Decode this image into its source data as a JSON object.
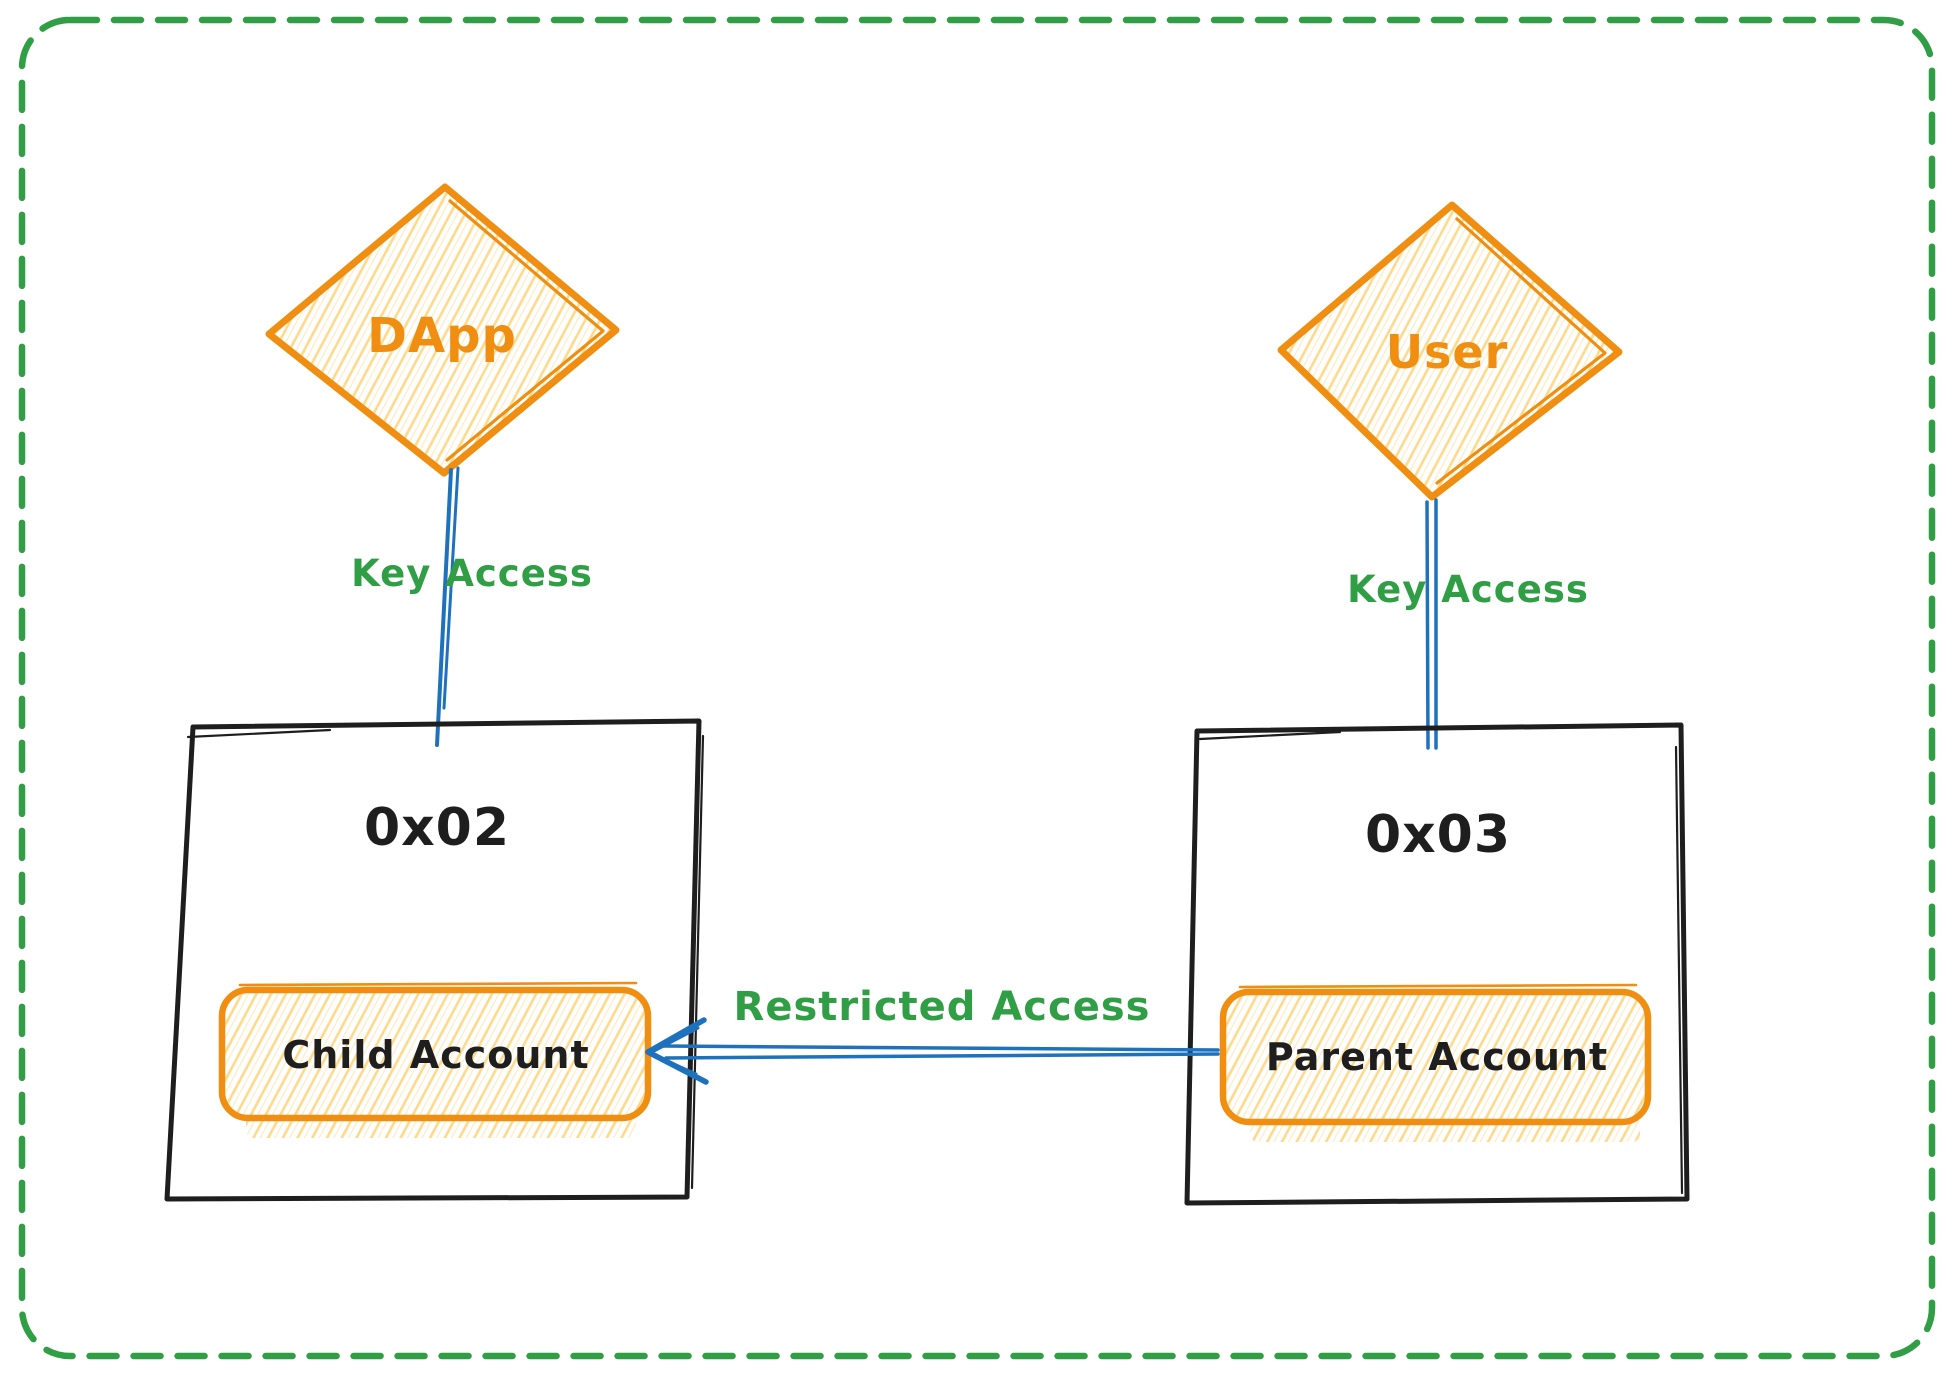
{
  "colors": {
    "green": "#2f9e44",
    "orange": "#ef8e10",
    "orange_light": "#ffd98a",
    "orange_lighter": "#ffeac2",
    "blue": "#1e72bd",
    "ink": "#1e1e1e"
  },
  "diagram": {
    "nodes": {
      "dapp": {
        "label": "DApp",
        "shape": "diamond"
      },
      "user": {
        "label": "User",
        "shape": "diamond"
      },
      "left_box": {
        "label": "0x02",
        "shape": "rectangle"
      },
      "right_box": {
        "label": "0x03",
        "shape": "rectangle"
      },
      "child_account": {
        "label": "Child Account",
        "shape": "rounded-rectangle"
      },
      "parent_account": {
        "label": "Parent Account",
        "shape": "rounded-rectangle"
      }
    },
    "edges": {
      "dapp_key_access": {
        "label": "Key Access",
        "from": "DApp",
        "to": "0x02"
      },
      "user_key_access": {
        "label": "Key Access",
        "from": "User",
        "to": "0x03"
      },
      "restricted_access": {
        "label": "Restricted Access",
        "from": "Parent Account",
        "to": "Child Account"
      }
    }
  }
}
